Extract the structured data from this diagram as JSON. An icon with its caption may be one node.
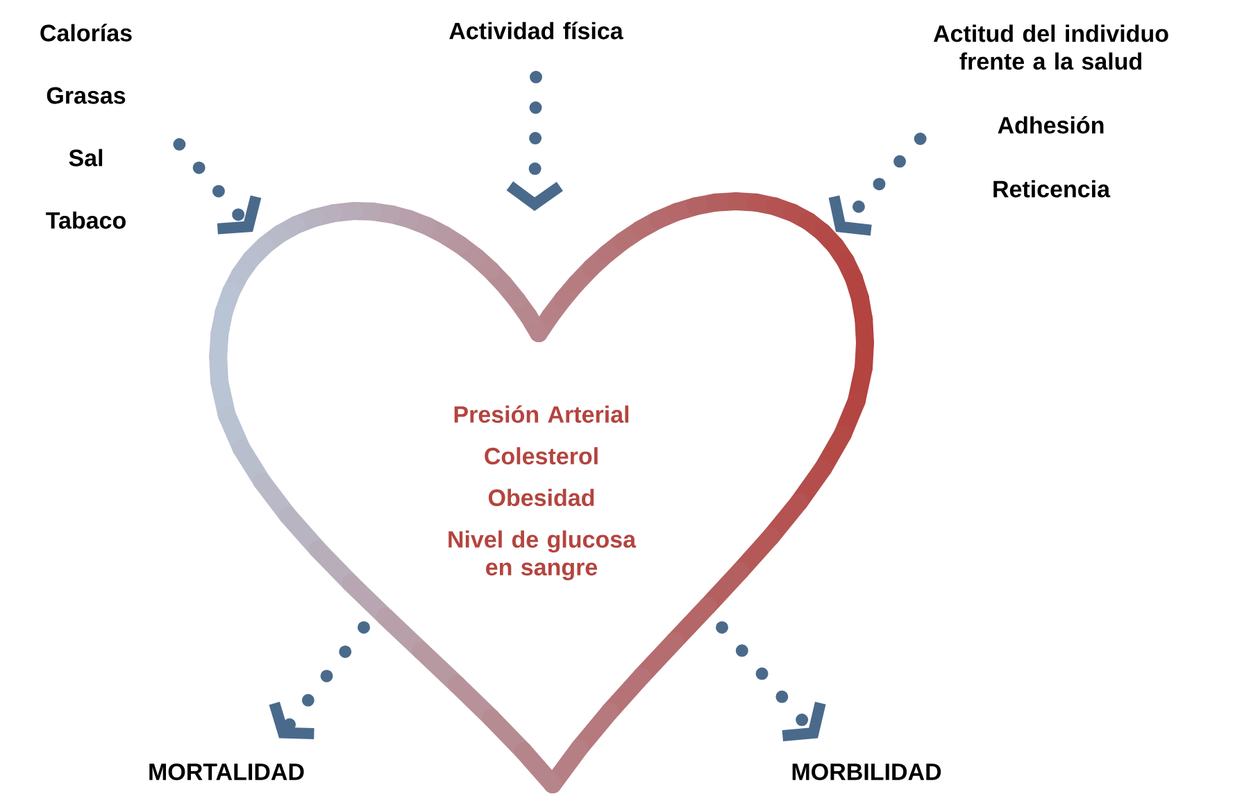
{
  "diagram": {
    "nodes": [
      {
        "text": [
          "Presión Arterial",
          "Colesterol",
          "Obesidad",
          "Nivel de glucosa en sangre"
        ]
      },
      {
        "text": [
          "Calorías",
          "Grasas",
          "Sal",
          "Tabaco"
        ]
      },
      {
        "text": [
          "Actividad física"
        ]
      },
      {
        "text": [
          "Actitud del individuo frente a la salud",
          "Adhesión",
          "Reticencia"
        ]
      },
      {
        "text": [
          "MORTALIDAD"
        ]
      },
      {
        "text": [
          "MORBILIDAD"
        ]
      }
    ],
    "edges": [
      {
        "from": 1,
        "to": 0,
        "arrow": "to"
      },
      {
        "from": 2,
        "to": 0,
        "arrow": "to"
      },
      {
        "from": 3,
        "to": 0,
        "arrow": "to"
      },
      {
        "from": 0,
        "to": 4,
        "arrow": "to"
      },
      {
        "from": 0,
        "to": 5,
        "arrow": "to"
      }
    ]
  }
}
